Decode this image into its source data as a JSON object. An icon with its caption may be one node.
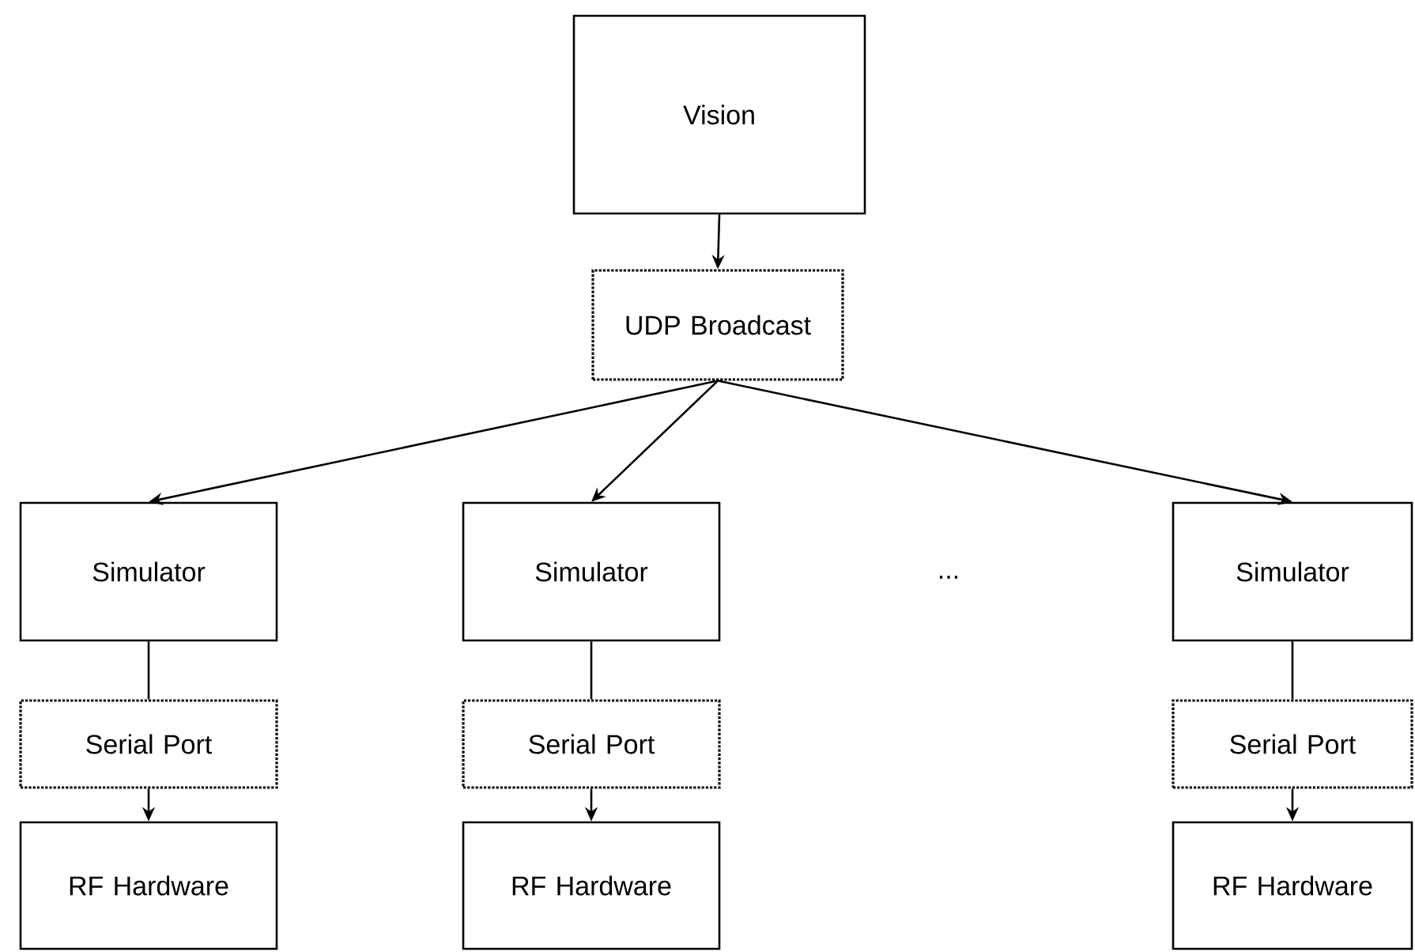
{
  "diagram": {
    "nodes": [
      {
        "text": [
          "Vision"
        ]
      },
      {
        "text": [
          "UDP Broadcast"
        ]
      },
      {
        "text": [
          "Simulator"
        ]
      },
      {
        "text": [
          "Simulator"
        ]
      },
      {
        "text": [
          "Simulator"
        ]
      },
      {
        "text": [
          "Serial Port"
        ]
      },
      {
        "text": [
          "Serial Port"
        ]
      },
      {
        "text": [
          "Serial Port"
        ]
      },
      {
        "text": [
          "RF Hardware"
        ]
      },
      {
        "text": [
          "RF Hardware"
        ]
      },
      {
        "text": [
          "RF Hardware"
        ]
      }
    ],
    "edges": [
      {
        "from": 0,
        "to": 1,
        "arrow": "to"
      },
      {
        "from": 1,
        "to": 2,
        "arrow": "to"
      },
      {
        "from": 1,
        "to": 3,
        "arrow": "to"
      },
      {
        "from": 1,
        "to": 4,
        "arrow": "to"
      },
      {
        "from": 2,
        "to": 5,
        "arrow": "none"
      },
      {
        "from": 3,
        "to": 6,
        "arrow": "none"
      },
      {
        "from": 4,
        "to": 7,
        "arrow": "none"
      },
      {
        "from": 5,
        "to": 8,
        "arrow": "to"
      },
      {
        "from": 6,
        "to": 9,
        "arrow": "to"
      },
      {
        "from": 7,
        "to": 10,
        "arrow": "to"
      }
    ],
    "labels": [
      "..."
    ]
  }
}
